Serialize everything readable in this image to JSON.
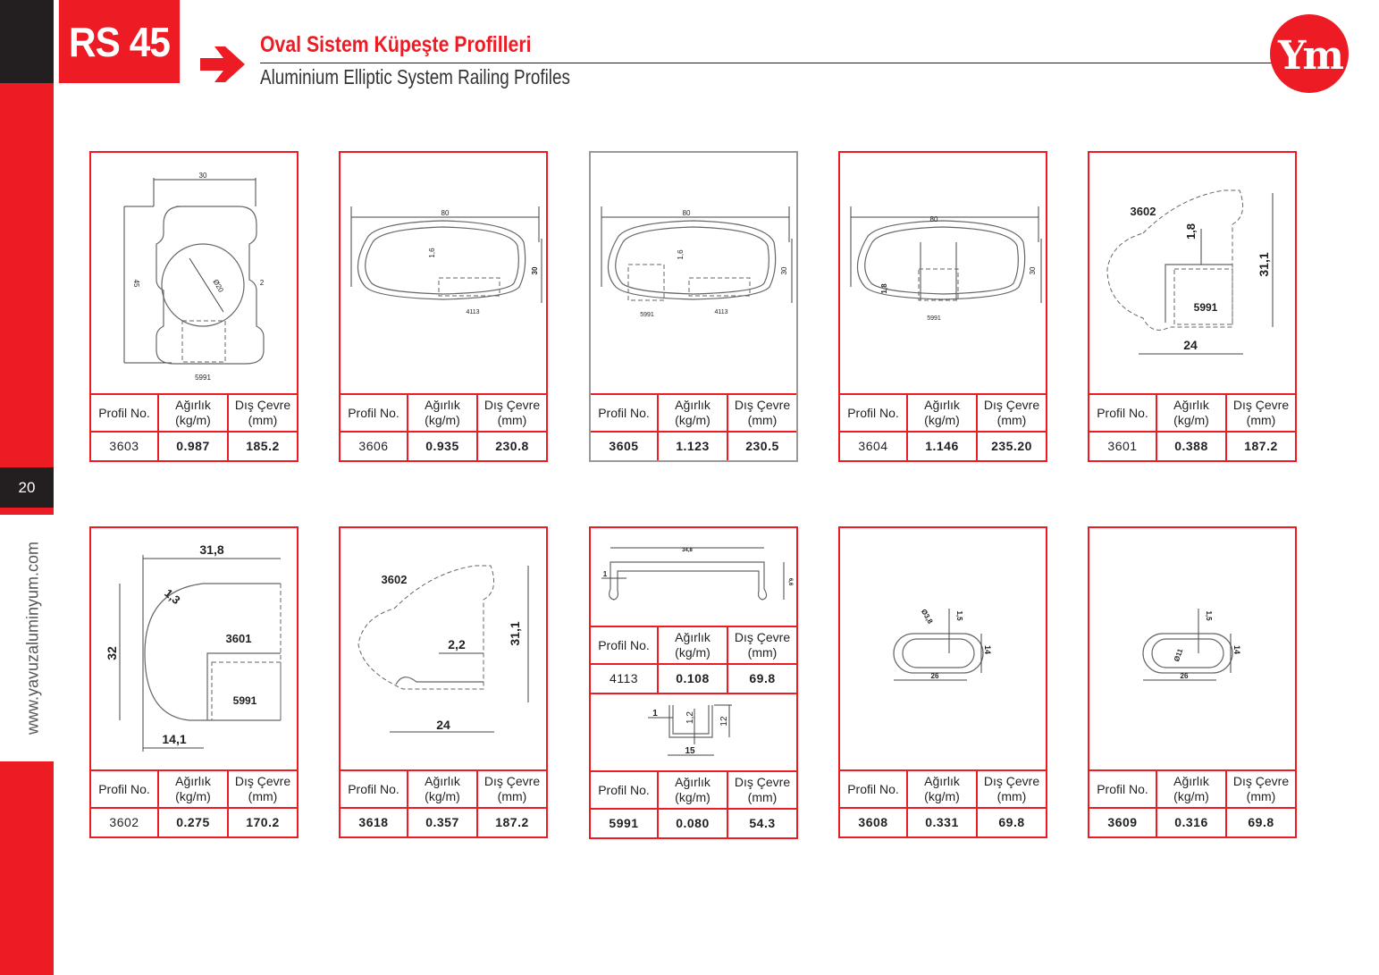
{
  "header": {
    "series": "RS 45",
    "title": "Oval Sistem Küpeşte Profilleri",
    "subtitle": "Aluminium Elliptic System Railing Profiles",
    "logo_text": "Ym",
    "page_number": "20",
    "website": "www.yavuzaluminyum.com"
  },
  "colors": {
    "brand_red": "#ed1c24",
    "dark": "#231f20"
  },
  "table_headers": {
    "profile": "Profil No.",
    "weight": "Ağırlık\n(kg/m)",
    "perimeter": "Dış Çevre\n(mm)"
  },
  "profiles": [
    {
      "no": "3603",
      "weight": "0.987",
      "perimeter": "185.2",
      "dims": [
        "30",
        "45",
        "Ø20",
        "2",
        "5991"
      ]
    },
    {
      "no": "3606",
      "weight": "0.935",
      "perimeter": "230.8",
      "dims": [
        "80",
        "1,6",
        "30",
        "4113"
      ]
    },
    {
      "no": "3605",
      "weight": "1.123",
      "perimeter": "230.5",
      "dims": [
        "80",
        "1,6",
        "30",
        "5991",
        "4113"
      ]
    },
    {
      "no": "3604",
      "weight": "1.146",
      "perimeter": "235.20",
      "dims": [
        "80",
        "30",
        "1,8",
        "5991"
      ]
    },
    {
      "no": "3601",
      "weight": "0.388",
      "perimeter": "187.2",
      "dims": [
        "3602",
        "1,8",
        "31,1",
        "5991",
        "24"
      ]
    },
    {
      "no": "3602",
      "weight": "0.275",
      "perimeter": "170.2",
      "dims": [
        "31,8",
        "1,3",
        "32",
        "3601",
        "5991",
        "14,1"
      ]
    },
    {
      "no": "3618",
      "weight": "0.357",
      "perimeter": "187.2",
      "dims": [
        "3602",
        "2,2",
        "31,1",
        "24"
      ]
    },
    {
      "no": "4113",
      "weight": "0.108",
      "perimeter": "69.8",
      "dims": [
        "34,8",
        "1",
        "6,6"
      ]
    },
    {
      "no": "5991",
      "weight": "0.080",
      "perimeter": "54.3",
      "dims": [
        "1",
        "1,2",
        "12",
        "15"
      ]
    },
    {
      "no": "3608",
      "weight": "0.331",
      "perimeter": "69.8",
      "dims": [
        "Ø3,8",
        "1,5",
        "14",
        "26"
      ]
    },
    {
      "no": "3609",
      "weight": "0.316",
      "perimeter": "69.8",
      "dims": [
        "1,5",
        "Ø11",
        "14",
        "26"
      ]
    }
  ]
}
